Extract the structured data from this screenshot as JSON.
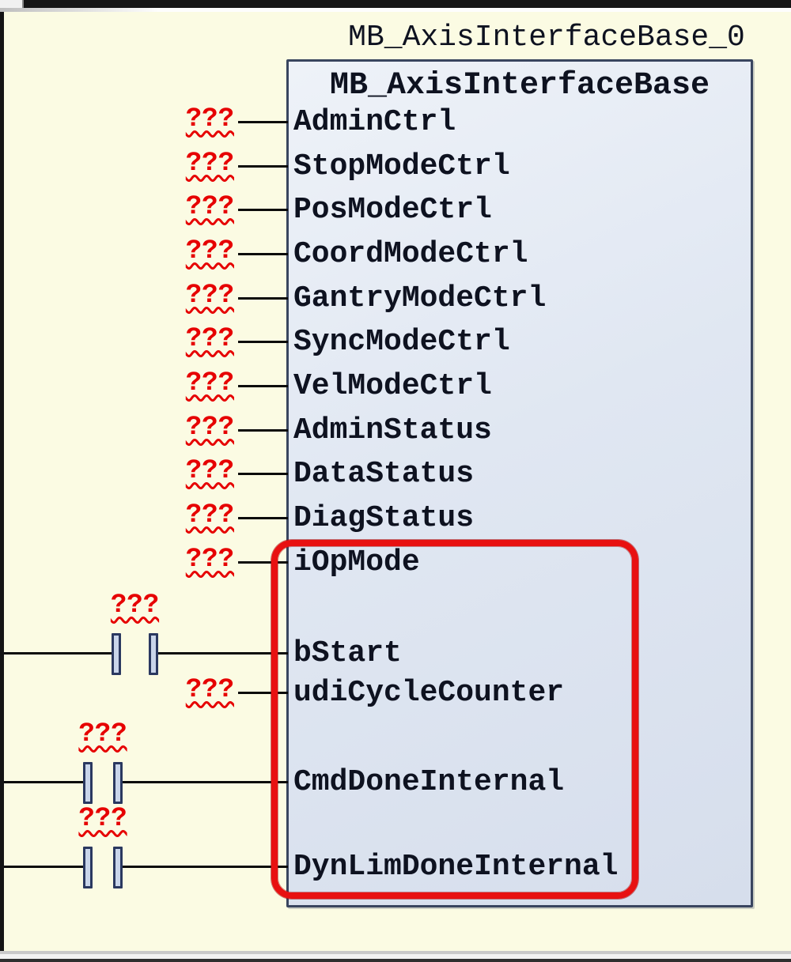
{
  "instance_title": "MB_AxisInterfaceBase_0",
  "block_header": "MB_AxisInterfaceBase",
  "unknown_marker": "???",
  "pins": [
    {
      "label": "AdminCtrl",
      "kind": "unknown",
      "highlighted": false
    },
    {
      "label": "StopModeCtrl",
      "kind": "unknown",
      "highlighted": false
    },
    {
      "label": "PosModeCtrl",
      "kind": "unknown",
      "highlighted": false
    },
    {
      "label": "CoordModeCtrl",
      "kind": "unknown",
      "highlighted": false
    },
    {
      "label": "GantryModeCtrl",
      "kind": "unknown",
      "highlighted": false
    },
    {
      "label": "SyncModeCtrl",
      "kind": "unknown",
      "highlighted": false
    },
    {
      "label": "VelModeCtrl",
      "kind": "unknown",
      "highlighted": false
    },
    {
      "label": "AdminStatus",
      "kind": "unknown",
      "highlighted": false
    },
    {
      "label": "DataStatus",
      "kind": "unknown",
      "highlighted": false
    },
    {
      "label": "DiagStatus",
      "kind": "unknown",
      "highlighted": false
    },
    {
      "label": "iOpMode",
      "kind": "unknown",
      "highlighted": true
    },
    {
      "label": "bStart",
      "kind": "contact",
      "highlighted": true
    },
    {
      "label": "udiCycleCounter",
      "kind": "unknown",
      "highlighted": true
    },
    {
      "label": "CmdDoneInternal",
      "kind": "contact",
      "highlighted": true
    },
    {
      "label": "DynLimDoneInternal",
      "kind": "contact",
      "highlighted": true
    }
  ],
  "colors": {
    "canvas_background": "#FBFBE3",
    "block_fill": "#E0E7F2",
    "block_border": "#39455F",
    "text": "#0E1220",
    "unknown_red": "#E60000",
    "highlight_red": "#E81111",
    "contact_fill": "#C9D5EA",
    "line": "#0B0B0B"
  }
}
